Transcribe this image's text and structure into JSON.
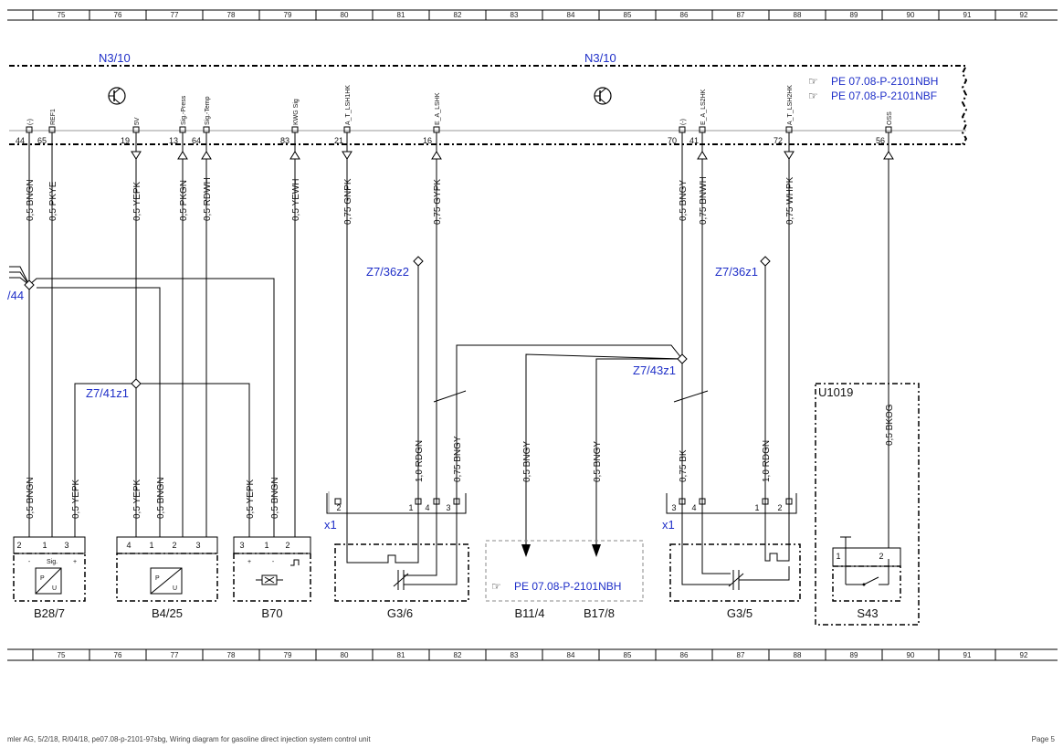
{
  "ruler": [
    "75",
    "76",
    "77",
    "78",
    "79",
    "80",
    "81",
    "82",
    "83",
    "84",
    "85",
    "86",
    "87",
    "88",
    "89",
    "90",
    "91",
    "92"
  ],
  "module": {
    "name_left": "N3/10",
    "name_right": "N3/10"
  },
  "references": {
    "top1": "PE 07.08-P-2101NBH",
    "top2": "PE 07.08-P-2101NBF",
    "box": "PE 07.08-P-2101NBH"
  },
  "pins": [
    {
      "num": "44",
      "name": "(-)"
    },
    {
      "num": "65",
      "name": "REF1"
    },
    {
      "num": "19",
      "name": "5V"
    },
    {
      "num": "13",
      "name": "Sig.-Press"
    },
    {
      "num": "64",
      "name": "Sig.-Temp"
    },
    {
      "num": "83",
      "name": "KWG Sig"
    },
    {
      "num": "21",
      "name": "A_T_LSH1HK"
    },
    {
      "num": "16",
      "name": "E_A_LSHK"
    },
    {
      "num": "70",
      "name": "(-)"
    },
    {
      "num": "41",
      "name": "E_A_LS2HK"
    },
    {
      "num": "72",
      "name": "A_T_LSH2HK"
    },
    {
      "num": "56",
      "name": "OSS"
    }
  ],
  "wires_top": [
    "0,5 BNGN",
    "0,5 PKYE",
    "0,5 YEPK",
    "0,5 PKGN",
    "0,5 RDWH",
    "0,5 YEWH",
    "0,75 GNPK",
    "0,75 GYPK",
    "0,5 BNGY",
    "0,75 BNWH",
    "0,75 WHPK"
  ],
  "wires_bottom": [
    "0,5 BNGN",
    "0,5 YEPK",
    "0,5 YEPK",
    "0,5 BNGN",
    "0,5 YEPK",
    "0,5 BNGN",
    "1,0 RDGN",
    "0,75 BNGY",
    "0,5 BNGY",
    "0,5 BNGY",
    "0,75 BK",
    "1,0 RDGN",
    "0,5 BKOG"
  ],
  "splices": {
    "left": "/44",
    "z2": "Z7/36z2",
    "z41": "Z7/41z1",
    "z43": "Z7/43z1",
    "z1": "Z7/36z1"
  },
  "connectors": {
    "left": "x1",
    "right": "x1"
  },
  "components": [
    "B28/7",
    "B4/25",
    "B70",
    "G3/6",
    "B11/4",
    "B17/8",
    "G3/5",
    "S43"
  ],
  "unit": "U1019",
  "sensor_pin_labels": {
    "sig": "Sig.",
    "minus": "-",
    "plus": "+"
  },
  "sensor_glyphs": {
    "p": "P",
    "u": "U"
  },
  "footer": {
    "left": "mler AG, 5/2/18, R/04/18, pe07.08-p-2101-97sbg, Wiring diagram for gasoline direct injection system control unit",
    "right": "Page 5"
  }
}
